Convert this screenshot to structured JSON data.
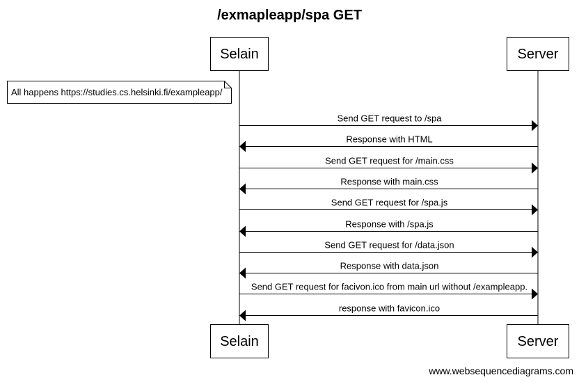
{
  "title": "/exmapleapp/spa GET",
  "participants": [
    {
      "id": "selain",
      "label": "Selain"
    },
    {
      "id": "server",
      "label": "Server"
    }
  ],
  "note": {
    "text": "All happens https://studies.cs.helsinki.fi/exampleapp/"
  },
  "messages": [
    {
      "from": "selain",
      "to": "server",
      "label": "Send GET request to /spa"
    },
    {
      "from": "server",
      "to": "selain",
      "label": "Response with HTML"
    },
    {
      "from": "selain",
      "to": "server",
      "label": "Send GET request for /main.css"
    },
    {
      "from": "server",
      "to": "selain",
      "label": "Response with main.css"
    },
    {
      "from": "selain",
      "to": "server",
      "label": "Send GET request for /spa.js"
    },
    {
      "from": "server",
      "to": "selain",
      "label": "Response with /spa.js"
    },
    {
      "from": "selain",
      "to": "server",
      "label": "Send GET request for /data.json"
    },
    {
      "from": "server",
      "to": "selain",
      "label": "Response with data.json"
    },
    {
      "from": "selain",
      "to": "server",
      "label": "Send GET request for facivon.ico from main url without /exampleapp."
    },
    {
      "from": "server",
      "to": "selain",
      "label": "response with favicon.ico"
    }
  ],
  "watermark": "www.websequencediagrams.com"
}
